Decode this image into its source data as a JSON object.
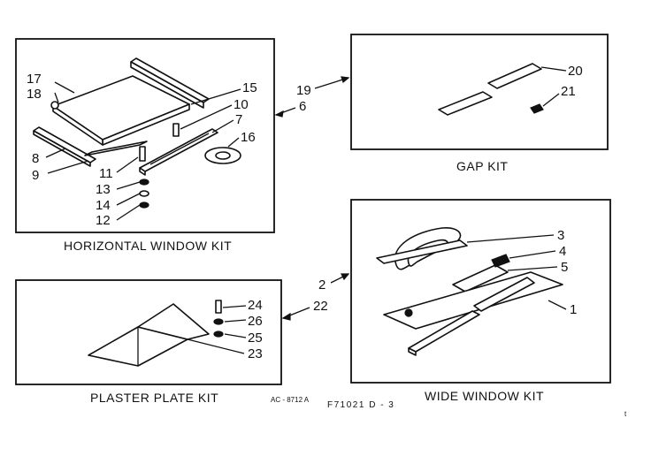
{
  "kits": {
    "horizontal": {
      "title": "HORIZONTAL WINDOW KIT",
      "callouts": {
        "c17": "17",
        "c18": "18",
        "c15": "15",
        "c10": "10",
        "c7": "7",
        "c16": "16",
        "c8": "8",
        "c9": "9",
        "c11": "11",
        "c13": "13",
        "c14": "14",
        "c12": "12"
      }
    },
    "gap": {
      "title": "GAP KIT",
      "callouts": {
        "c20": "20",
        "c21": "21"
      }
    },
    "plaster": {
      "title": "PLASTER PLATE KIT",
      "callouts": {
        "c24": "24",
        "c26": "26",
        "c25": "25",
        "c23": "23"
      }
    },
    "wide": {
      "title": "WIDE WINDOW KIT",
      "callouts": {
        "c3": "3",
        "c4": "4",
        "c5": "5",
        "c1": "1"
      }
    }
  },
  "kit_refs": {
    "r19": "19",
    "r6": "6",
    "r2": "2",
    "r22": "22"
  },
  "footer": {
    "code_a": "AC - 8712 A",
    "code_b": "F71021   D - 3",
    "mark": "t"
  }
}
